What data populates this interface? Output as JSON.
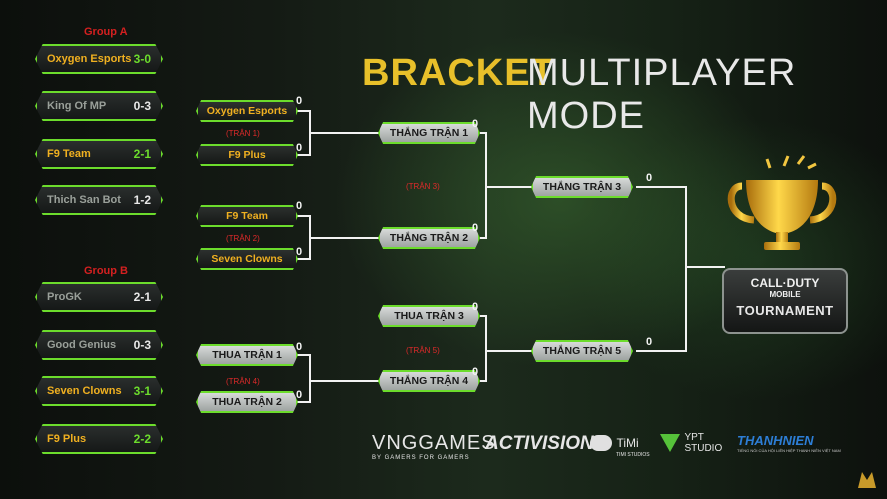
{
  "title": {
    "part1": "BRACKET",
    "part2": "MULTIPLAYER MODE"
  },
  "groups": [
    {
      "label": "Group A",
      "teams": [
        {
          "name": "Oxygen Esports",
          "score": "3-0",
          "winner": true
        },
        {
          "name": "King Of MP",
          "score": "0-3",
          "winner": false
        },
        {
          "name": "F9 Team",
          "score": "2-1",
          "winner": true
        },
        {
          "name": "Thich San Bot",
          "score": "1-2",
          "winner": false
        }
      ]
    },
    {
      "label": "Group B",
      "teams": [
        {
          "name": "ProGK",
          "score": "2-1",
          "winner": false
        },
        {
          "name": "Good Genius",
          "score": "0-3",
          "winner": false
        },
        {
          "name": "Seven Clowns",
          "score": "3-1",
          "winner": true
        },
        {
          "name": "F9 Plus",
          "score": "2-2",
          "winner": true
        }
      ]
    }
  ],
  "round1": [
    {
      "a": "Oxygen Esports",
      "a_score": "0",
      "b": "F9 Plus",
      "b_score": "0",
      "tag": "(TRẬN 1)"
    },
    {
      "a": "F9 Team",
      "a_score": "0",
      "b": "Seven Clowns",
      "b_score": "0",
      "tag": "(TRẬN 2)"
    },
    {
      "a": "THUA TRẬN 1",
      "a_score": "0",
      "b": "THUA TRẬN 2",
      "b_score": "0",
      "tag": "(TRẬN 4)"
    }
  ],
  "round2": [
    {
      "a": "THẮNG TRẬN 1",
      "a_score": "0",
      "b": "THẮNG TRẬN 2",
      "b_score": "0",
      "tag": "(TRẬN 3)"
    },
    {
      "a": "THUA TRẬN 3",
      "a_score": "0",
      "b": "THẮNG TRẬN 4",
      "b_score": "0",
      "tag": "(TRẬN 5)"
    }
  ],
  "round3": [
    {
      "name": "THẮNG TRẬN 3",
      "score": "0"
    },
    {
      "name": "THẮNG TRẬN 5",
      "score": "0"
    }
  ],
  "tournament_logo": {
    "line1": "CALL·DUTY",
    "line2": "MOBILE",
    "line3": "TOURNAMENT"
  },
  "sponsors": {
    "vng": "VNGGAMES",
    "vng_sub": "BY GAMERS FOR GAMERS",
    "activision": "ACTIVISION",
    "timi": "TiMi",
    "timi_sub": "TIMI STUDIOS",
    "ypt": "YPT",
    "ypt_sub": "STUDIO",
    "thanhnien": "THANHNIEN",
    "thanhnien_sub": "TIẾNG NÓI CỦA HỘI LIÊN HIỆP THANH NIÊN VIỆT NAM"
  },
  "colors": {
    "accent": "#6cdc2c",
    "gold": "#e8c02a",
    "red": "#d42020"
  }
}
